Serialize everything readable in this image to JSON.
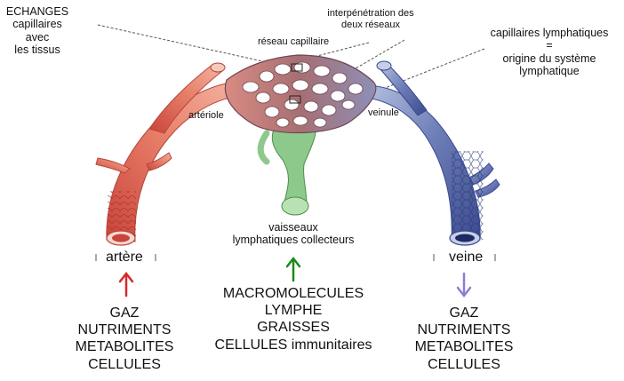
{
  "colors": {
    "artery": "#e8806a",
    "artery_dark": "#c9443a",
    "vein": "#6f7fb8",
    "vein_dark": "#3a4a8e",
    "capillary": "#a66f73",
    "lymphatic": "#8ec98c",
    "arrow_red": "#d62a2a",
    "arrow_green": "#1b8a1b",
    "arrow_violet": "#8a7fd8"
  },
  "labels": {
    "echanges": [
      "ECHANGES",
      "capillaires",
      "avec",
      "les tissus"
    ],
    "interpenetration": [
      "interpénétration des",
      "deux réseaux"
    ],
    "reseau_capillaire": "réseau capillaire",
    "capillaires_lymphatiques": [
      "capillaires lymphatiques",
      "=",
      "origine du système",
      "lymphatique"
    ],
    "arteriole": "artériole",
    "veinule": "veinule",
    "vaisseaux": [
      "vaisseaux",
      "lymphatiques collecteurs"
    ],
    "artere": "artère",
    "veine": "veine"
  },
  "lists": {
    "left": [
      "GAZ",
      "NUTRIMENTS",
      "METABOLITES",
      "CELLULES"
    ],
    "center": [
      "MACROMOLECULES",
      "LYMPHE",
      "GRAISSES",
      "CELLULES immunitaires"
    ],
    "right": [
      "GAZ",
      "NUTRIMENTS",
      "METABOLITES",
      "CELLULES"
    ]
  }
}
